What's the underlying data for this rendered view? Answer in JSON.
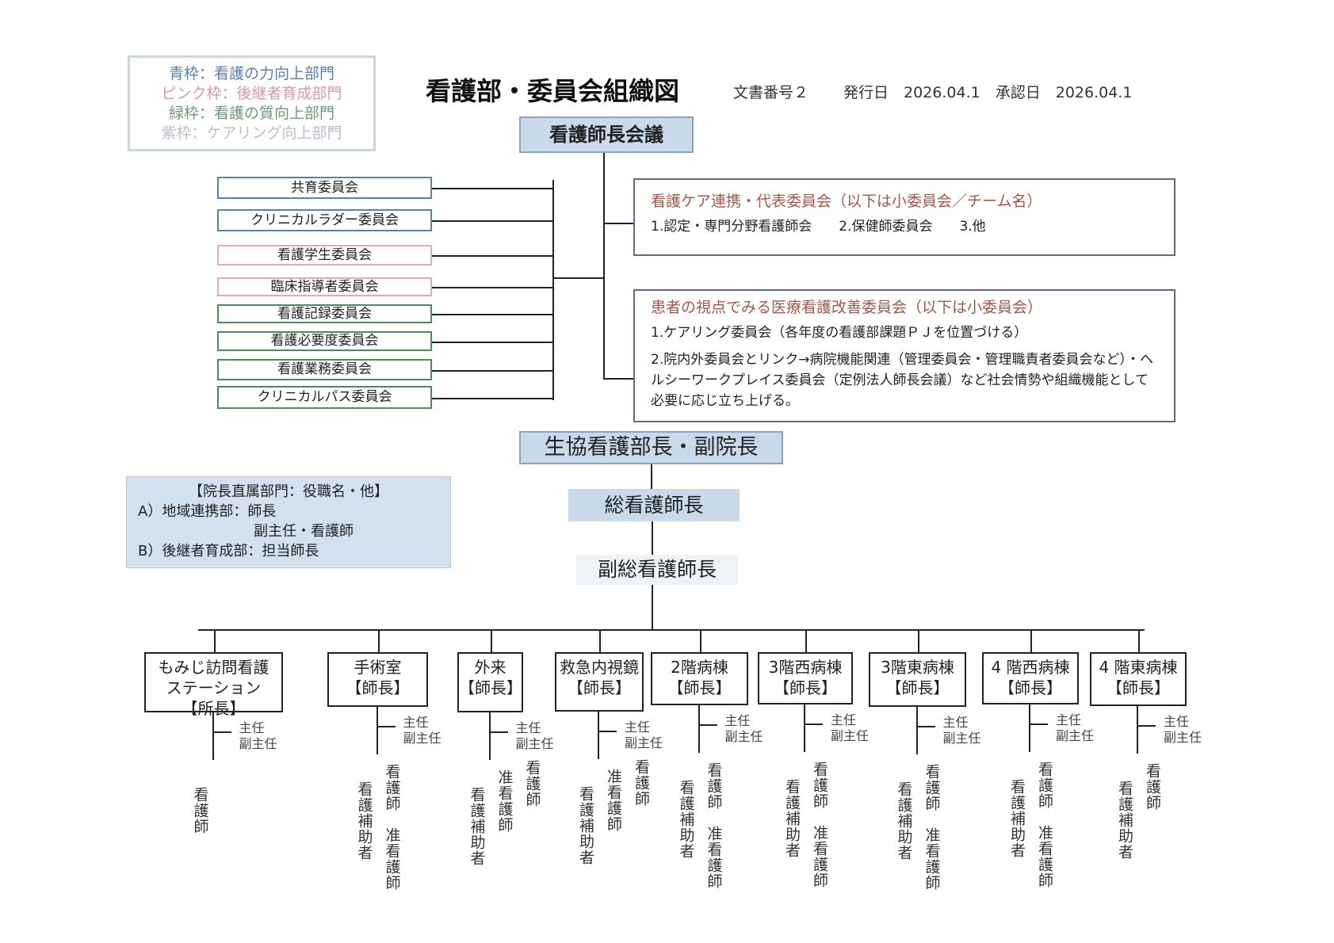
{
  "legend": [
    {
      "text": "青枠：看護の力向上部門",
      "color": "#5a7fa8"
    },
    {
      "text": "ピンク枠：後継者育成部門",
      "color": "#d69aa8"
    },
    {
      "text": "緑枠：看護の質向上部門",
      "color": "#6f9a78"
    },
    {
      "text": "紫枠：ケアリング向上部門",
      "color": "#b9bccb"
    }
  ],
  "title": "看護部・委員会組織図",
  "doc_info": "文書番号２　　 発行日　2026.04.1　承認日　2026.04.1",
  "head_meeting": "看護師長会議",
  "committees": [
    {
      "label": "共育委員会",
      "color": "#5b7fae"
    },
    {
      "label": "クリニカルラダー委員会",
      "color": "#5b7fae"
    },
    {
      "label": "看護学生委員会",
      "color": "#e2aab4"
    },
    {
      "label": "臨床指導者委員会",
      "color": "#e2aab4"
    },
    {
      "label": "看護記録委員会",
      "color": "#4e8a5a"
    },
    {
      "label": "看護必要度委員会",
      "color": "#4e8a5a"
    },
    {
      "label": "看護業務委員会",
      "color": "#4e8a5a"
    },
    {
      "label": "クリニカルパス委員会",
      "color": "#4e8a5a"
    }
  ],
  "care_committee": {
    "heading": "看護ケア連携・代表委員会（以下は小委員会／チーム名）",
    "items": "1.認定・専門分野看護師会　　2.保健師委員会　　3.他"
  },
  "patient_committee": {
    "heading": "患者の視点でみる医療看護改善委員会（以下は小委員会）",
    "item1": "1.ケアリング委員会（各年度の看護部課題ＰＪを位置づける）",
    "item2": "2.院内外委員会とリンク→病院機能関連（管理委員会・管理職責者委員会など）・ヘルシーワークプレイス委員会（定例法人師長会議）など社会情勢や組織機能として必要に応じ立ち上げる。"
  },
  "director": "生協看護部長・副院長",
  "chief_nurse": "総看護師長",
  "deputy_chief": "副総看護師長",
  "direct_depts": {
    "heading": "【院長直属部門：役職名・他】",
    "a": "A）地域連携部：師長",
    "a2": "副主任・看護師",
    "b": "B）後継者育成部：担当師長"
  },
  "wards": [
    {
      "name": "もみじ訪問看護\nステーション",
      "role": "【所長】",
      "sub": "主任\n副主任",
      "staff": [
        "看護師"
      ]
    },
    {
      "name": "手術室",
      "role": "【師長】",
      "sub": "主任\n副主任",
      "staff": [
        "看護補助者",
        "看護師　准看護師"
      ]
    },
    {
      "name": "外来",
      "role": "【師長】",
      "sub": "主任\n副主任",
      "staff": [
        "看護補助者",
        "准看護師",
        "看護師"
      ]
    },
    {
      "name": "救急内視鏡",
      "role": "【師長】",
      "sub": "主任\n副主任",
      "staff": [
        "看護補助者",
        "准看護師",
        "看護師"
      ]
    },
    {
      "name": "2階病棟",
      "role": "【師長】",
      "sub": "主任\n副主任",
      "staff": [
        "看護補助者",
        "看護師　准看護師"
      ]
    },
    {
      "name": "3階西病棟",
      "role": "【師長】",
      "sub": "主任\n副主任",
      "staff": [
        "看護補助者",
        "看護師　准看護師"
      ]
    },
    {
      "name": "3階東病棟",
      "role": "【師長】",
      "sub": "主任\n副主任",
      "staff": [
        "看護補助者",
        "看護師　准看護師"
      ]
    },
    {
      "name": "4 階西病棟",
      "role": "【師長】",
      "sub": "主任\n副主任",
      "staff": [
        "看護補助者",
        "看護師　准看護師"
      ]
    },
    {
      "name": "4 階東病棟",
      "role": "【師長】",
      "sub": "主任\n副主任",
      "staff": [
        "看護補助者",
        "看護師"
      ]
    }
  ]
}
